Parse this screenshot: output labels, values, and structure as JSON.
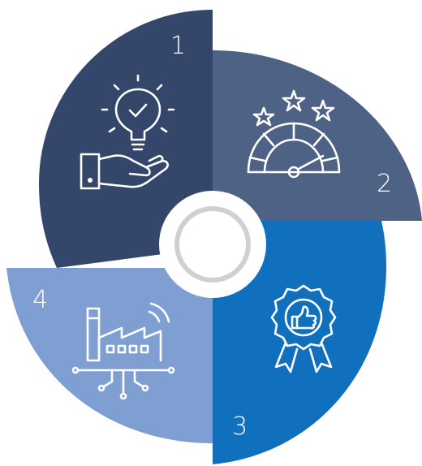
{
  "segments": [
    {
      "number": "1",
      "color": "#35466b",
      "icon": "hand-lightbulb-idea-icon"
    },
    {
      "number": "2",
      "color": "#4e6285",
      "icon": "rating-gauge-stars-icon"
    },
    {
      "number": "3",
      "color": "#1170bd",
      "icon": "thumbs-up-award-badge-icon"
    },
    {
      "number": "4",
      "color": "#7f9fd2",
      "icon": "smart-factory-iot-icon"
    }
  ],
  "center": {
    "ring_color": "#d0d0d0",
    "fill_color": "#ffffff"
  }
}
